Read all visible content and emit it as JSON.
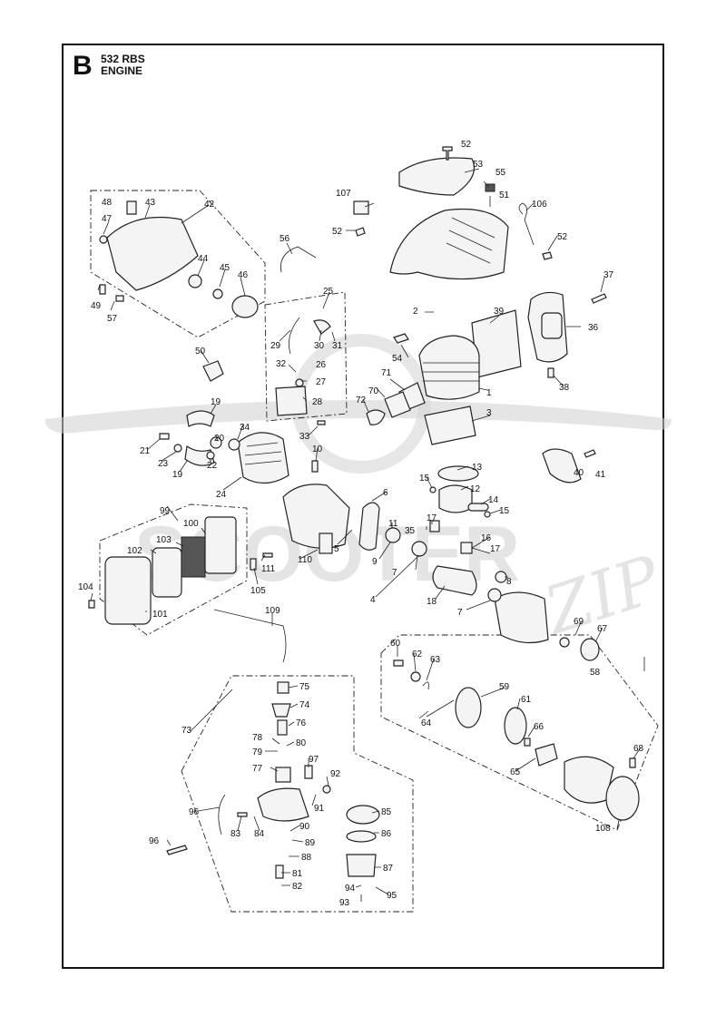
{
  "header": {
    "section_letter": "B",
    "model": "532 RBS",
    "subtitle": "ENGINE"
  },
  "watermark": {
    "word1": "SCOOTER",
    "word2": "ZIP",
    "color": "#cfcfcf"
  },
  "labels": {
    "p1": "1",
    "p2": "2",
    "p3": "3",
    "p4": "4",
    "p5": "5",
    "p6": "6",
    "p7a": "7",
    "p7b": "7",
    "p8": "8",
    "p9": "9",
    "p10": "10",
    "p11": "11",
    "p12": "12",
    "p13": "13",
    "p14": "14",
    "p15a": "15",
    "p15b": "15",
    "p16": "16",
    "p17a": "17",
    "p17b": "17",
    "p18": "18",
    "p19a": "19",
    "p19b": "19",
    "p20": "20",
    "p21": "21",
    "p22": "22",
    "p23": "23",
    "p24": "24",
    "p25": "25",
    "p26": "26",
    "p27": "27",
    "p28": "28",
    "p29": "29",
    "p30": "30",
    "p31": "31",
    "p32": "32",
    "p33": "33",
    "p34": "34",
    "p35": "35",
    "p36": "36",
    "p37": "37",
    "p38": "38",
    "p39": "39",
    "p40": "40",
    "p41": "41",
    "p42": "42",
    "p43": "43",
    "p44": "44",
    "p45": "45",
    "p46": "46",
    "p47": "47",
    "p48": "48",
    "p49": "49",
    "p50": "50",
    "p51": "51",
    "p52a": "52",
    "p52b": "52",
    "p52c": "52",
    "p53": "53",
    "p54": "54",
    "p55": "55",
    "p56": "56",
    "p57": "57",
    "p58": "58",
    "p59": "59",
    "p60": "60",
    "p61": "61",
    "p62": "62",
    "p63": "63",
    "p64": "64",
    "p65": "65",
    "p66": "66",
    "p67": "67",
    "p68": "68",
    "p69": "69",
    "p70": "70",
    "p71": "71",
    "p72": "72",
    "p73": "73",
    "p74": "74",
    "p75": "75",
    "p76": "76",
    "p77": "77",
    "p78": "78",
    "p79": "79",
    "p80": "80",
    "p81": "81",
    "p82": "82",
    "p83": "83",
    "p84": "84",
    "p85": "85",
    "p86": "86",
    "p87": "87",
    "p88": "88",
    "p89": "89",
    "p90": "90",
    "p91": "91",
    "p92": "92",
    "p93": "93",
    "p94": "94",
    "p95": "95",
    "p96a": "96",
    "p96b": "96",
    "p97": "97",
    "p99": "99",
    "p100": "100",
    "p101": "101",
    "p102": "102",
    "p103": "103",
    "p104": "104",
    "p105": "105",
    "p106": "106",
    "p107": "107",
    "p108": "108",
    "p109": "109",
    "p110": "110",
    "p111": "111"
  }
}
